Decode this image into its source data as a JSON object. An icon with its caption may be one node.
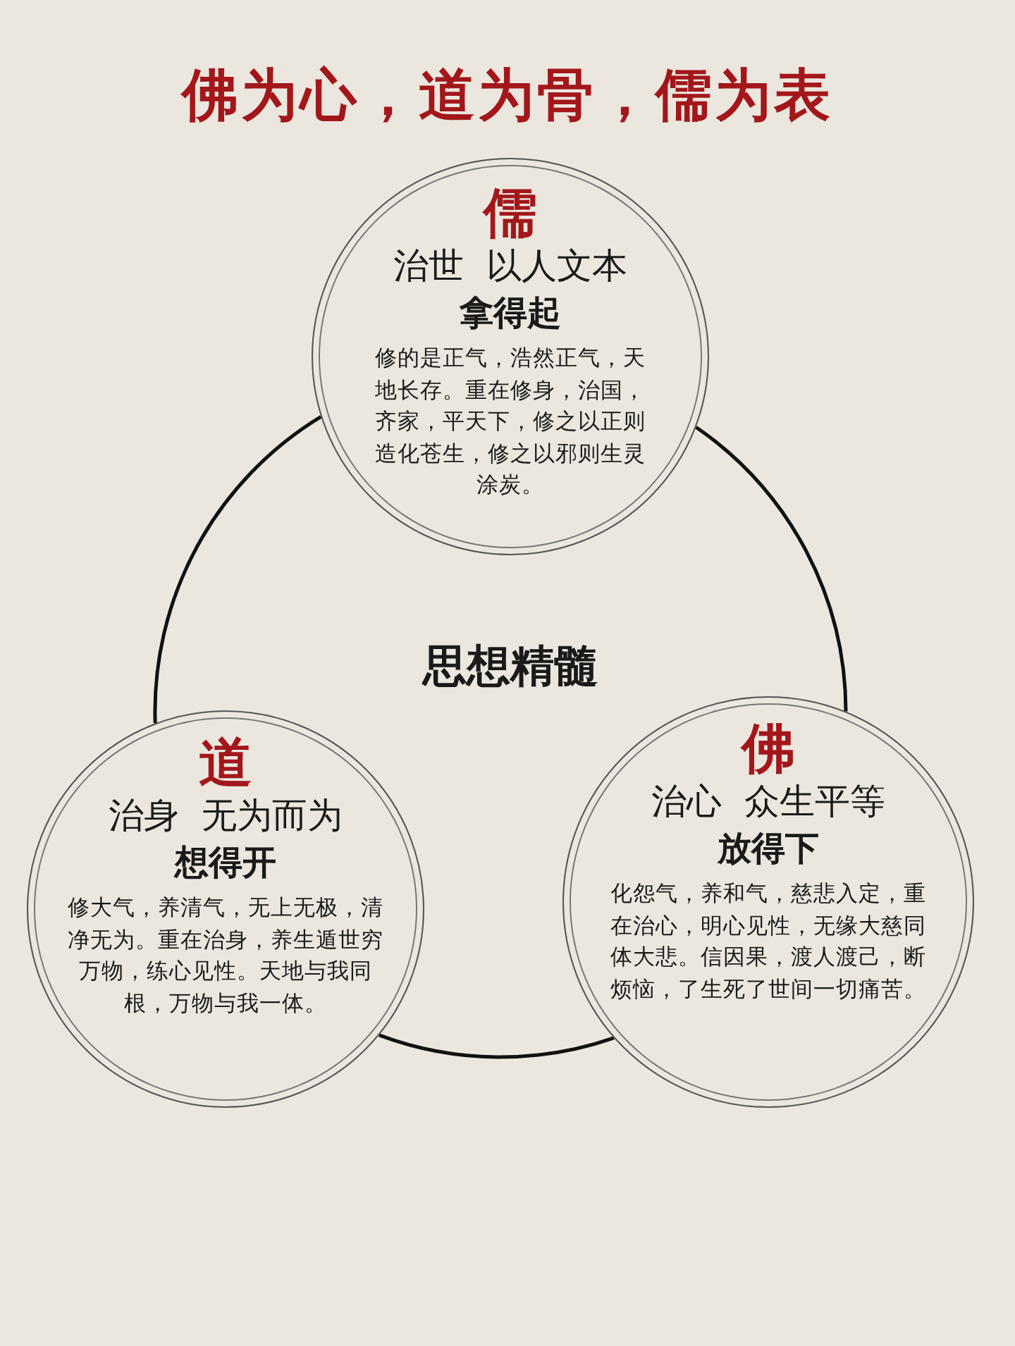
{
  "diagram": {
    "title": "佛为心，道为骨，儒为表",
    "nodes": [
      {
        "text": [
          "儒",
          "治世  以人文本",
          "拿得起",
          "修的是正气，浩然正气，天地长存。重在修身，治国，齐家，平天下，修之以正则造化苍生，修之以邪则生灵涂炭。"
        ]
      },
      {
        "text": [
          "佛",
          "治心  众生平等",
          "放得下",
          "化怨气，养和气，慈悲入定，重在治心，明心见性，无缘大慈同体大悲。信因果，渡人渡己，断烦恼，了生死了世间一切痛苦。"
        ]
      },
      {
        "text": [
          "道",
          "治身  无为而为",
          "想得开",
          "修大气，养清气，无上无极，清净无为。重在治身，养生遁世穷万物，练心见性。天地与我同根，万物与我一体。"
        ]
      }
    ],
    "edges": [
      {
        "from": 0,
        "to": 1,
        "arrow": "none"
      },
      {
        "from": 1,
        "to": 2,
        "arrow": "none"
      },
      {
        "from": 2,
        "to": 0,
        "arrow": "none"
      }
    ],
    "labels": [
      "思想精髓"
    ]
  }
}
